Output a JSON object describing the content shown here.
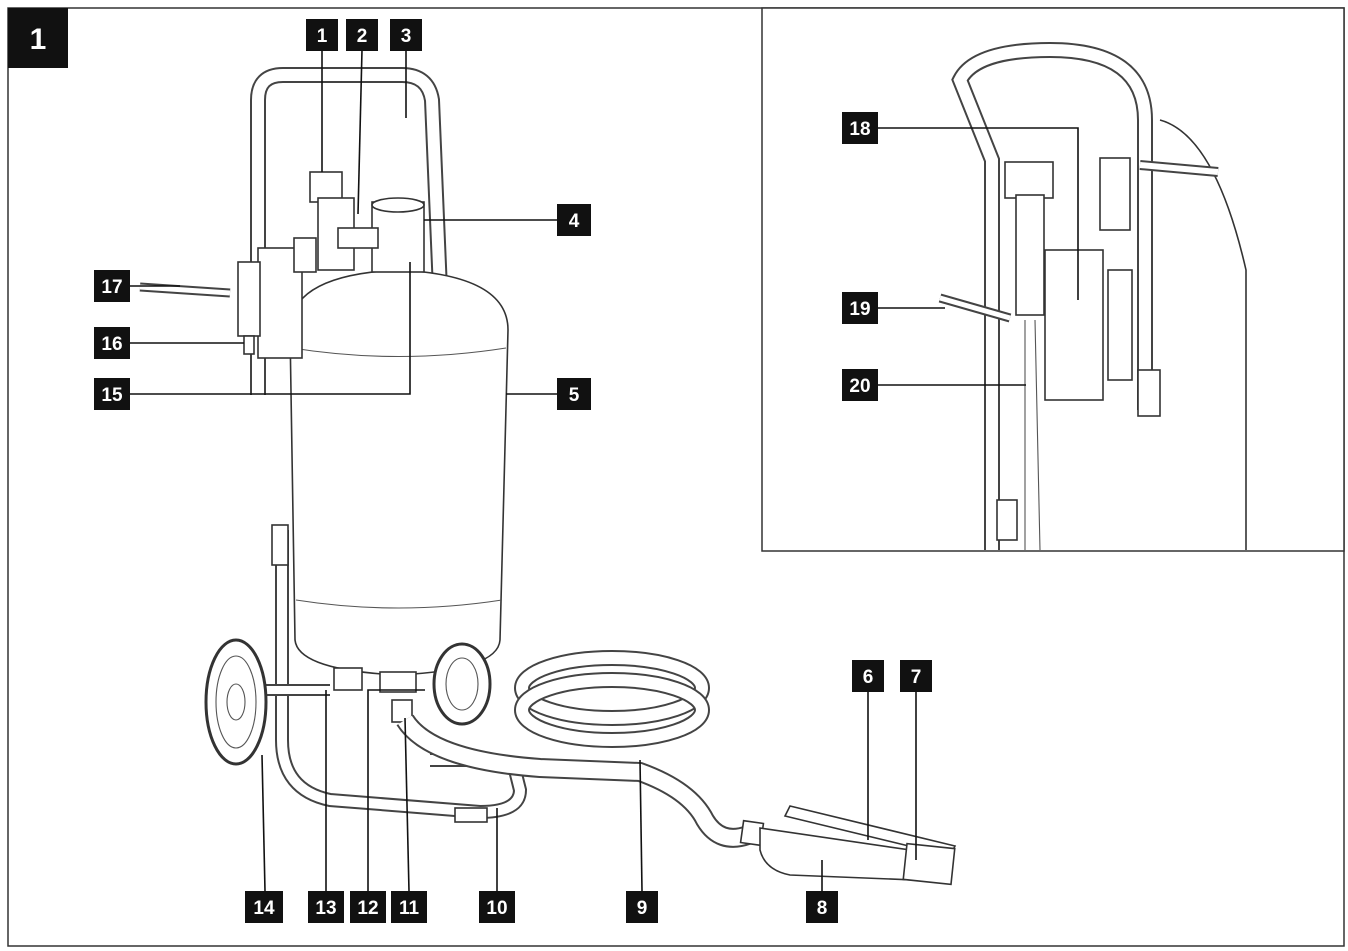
{
  "figure": {
    "number": "1",
    "colors": {
      "label_bg": "#111111",
      "label_text": "#ffffff",
      "line": "#111111",
      "frame": "#333333"
    }
  },
  "labels": [
    {
      "id": "1",
      "text": "1"
    },
    {
      "id": "2",
      "text": "2"
    },
    {
      "id": "3",
      "text": "3"
    },
    {
      "id": "4",
      "text": "4"
    },
    {
      "id": "5",
      "text": "5"
    },
    {
      "id": "6",
      "text": "6"
    },
    {
      "id": "7",
      "text": "7"
    },
    {
      "id": "8",
      "text": "8"
    },
    {
      "id": "9",
      "text": "9"
    },
    {
      "id": "10",
      "text": "10"
    },
    {
      "id": "11",
      "text": "11"
    },
    {
      "id": "12",
      "text": "12"
    },
    {
      "id": "13",
      "text": "13"
    },
    {
      "id": "14",
      "text": "14"
    },
    {
      "id": "15",
      "text": "15"
    },
    {
      "id": "16",
      "text": "16"
    },
    {
      "id": "17",
      "text": "17"
    },
    {
      "id": "18",
      "text": "18"
    },
    {
      "id": "19",
      "text": "19"
    },
    {
      "id": "20",
      "text": "20"
    }
  ]
}
